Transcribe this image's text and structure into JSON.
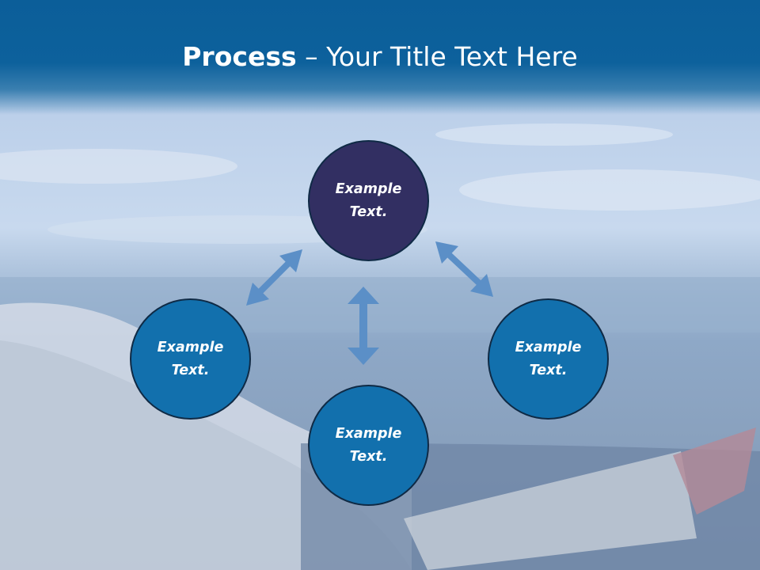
{
  "title": {
    "bold": "Process",
    "rest": " – Your Title Text Here"
  },
  "nodes": {
    "top": {
      "line1": "Example",
      "line2": "Text."
    },
    "left": {
      "line1": "Example",
      "line2": "Text."
    },
    "right": {
      "line1": "Example",
      "line2": "Text."
    },
    "bottom": {
      "line1": "Example",
      "line2": "Text."
    }
  },
  "colors": {
    "header": "#0b5e99",
    "top_node": "#322f62",
    "node": "#1270ad",
    "arrow": "#5b8fc7"
  }
}
